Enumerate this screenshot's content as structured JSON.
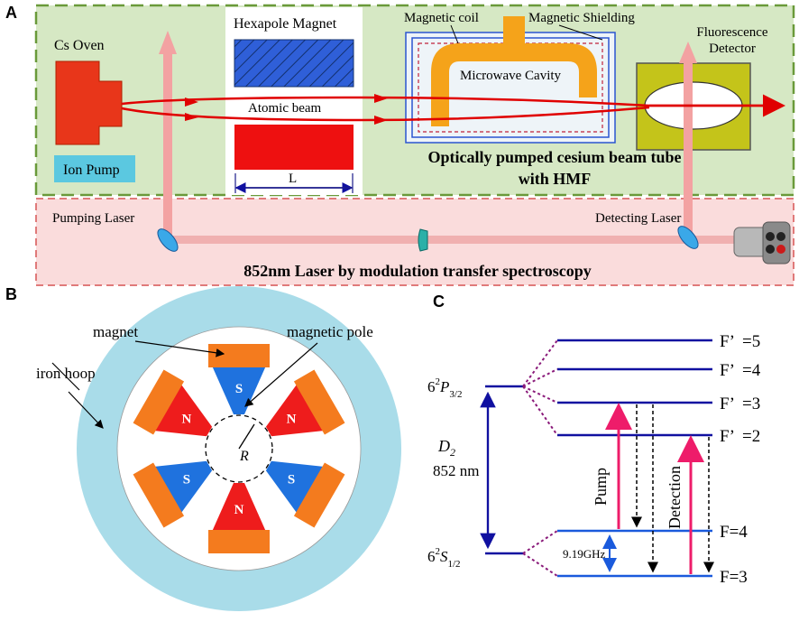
{
  "panel_a": {
    "label": "A",
    "cs_oven": "Cs Oven",
    "ion_pump": "Ion Pump",
    "hexapole_magnet": "Hexapole Magnet",
    "atomic_beam": "Atomic beam",
    "length_label": "L",
    "magnetic_coil": "Magnetic coil",
    "magnetic_shielding": "Magnetic Shielding",
    "microwave_cavity": "Microwave Cavity",
    "fluorescence_detector_line1": "Fluorescence",
    "fluorescence_detector_line2": "Detector",
    "tube_title_line1": "Optically pumped cesium beam tube",
    "tube_title_line2": "with HMF",
    "pumping_laser": "Pumping Laser",
    "detecting_laser": "Detecting Laser",
    "laser_title": "852nm Laser by modulation transfer spectroscopy",
    "colors": {
      "green_box": "#d6e8c4",
      "green_border": "#6a9a3a",
      "pink_box": "#fadcdc",
      "pink_border": "#e07a7a",
      "beam": "#e00000"
    }
  },
  "panel_b": {
    "label": "B",
    "magnet": "magnet",
    "magnetic_pole": "magnetic pole",
    "iron_hoop": "iron hoop",
    "radius": "R",
    "poles": [
      "S",
      "N",
      "N",
      "S",
      "S",
      "N"
    ],
    "colors": {
      "hoop": "#a9dce9",
      "north": "#ee1c1c",
      "south": "#1f72de",
      "magnet": "#f47b1e"
    }
  },
  "panel_c": {
    "label": "C",
    "p_state": "6²P₃/₂",
    "p_state_main": "6",
    "p_state_sup": "2",
    "p_state_letter": "P",
    "p_state_sub": "3/2",
    "s_state_main": "6",
    "s_state_sup": "2",
    "s_state_letter": "S",
    "s_state_sub": "1/2",
    "d2_letter": "D",
    "d2_sub": "2",
    "d2_wavelength": "852 nm",
    "levels_upper": [
      "F’  =5",
      "F’  =4",
      "F’  =3",
      "F’  =2"
    ],
    "levels_lower": [
      "F=4",
      "F=3"
    ],
    "splitting": "9.19GHz",
    "pump": "Pump",
    "detection": "Detection",
    "colors": {
      "level": "#1010a0",
      "ground": "#1a5adc",
      "arrow": "#ee1c6a",
      "dash": "#8a1a7a"
    }
  }
}
